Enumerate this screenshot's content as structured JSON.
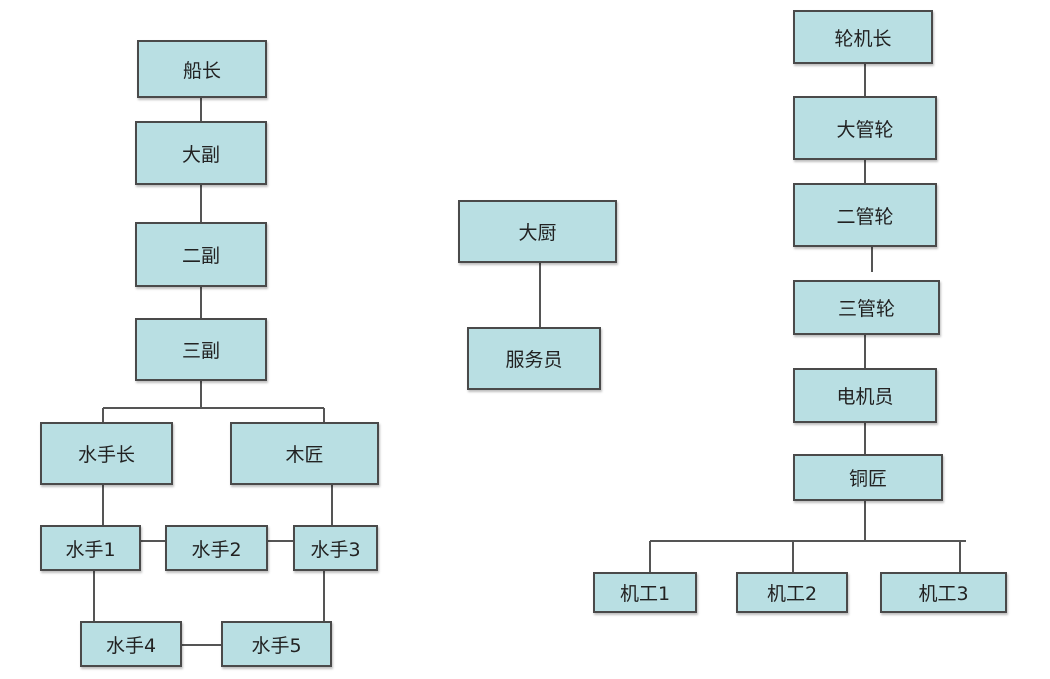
{
  "deck": {
    "captain": "船长",
    "chief_officer": "大副",
    "second_officer": "二副",
    "third_officer": "三副",
    "boatswain": "水手长",
    "carpenter": "木匠",
    "sailors": [
      "水手1",
      "水手2",
      "水手3",
      "水手4",
      "水手5"
    ]
  },
  "galley": {
    "chef": "大厨",
    "steward": "服务员"
  },
  "engine": {
    "chief_engineer": "轮机长",
    "second_engineer": "大管轮",
    "third_engineer": "二管轮",
    "fourth_engineer": "三管轮",
    "electrician": "电机员",
    "fitter": "铜匠",
    "motormen": [
      "机工1",
      "机工2",
      "机工3"
    ]
  },
  "colors": {
    "box_fill": "#b9dfe3",
    "box_border": "#4a4a4a",
    "line": "#555555"
  }
}
